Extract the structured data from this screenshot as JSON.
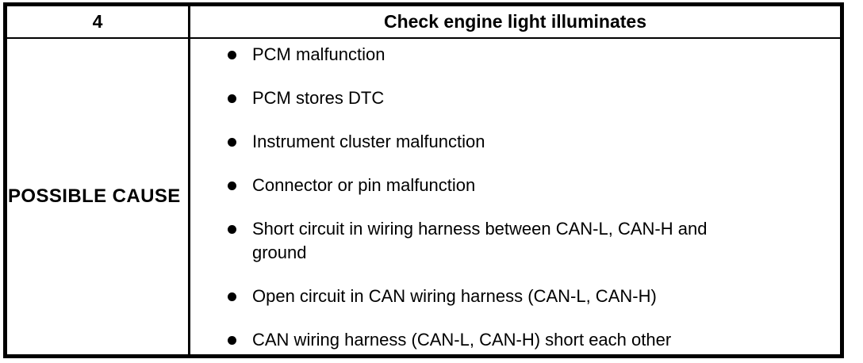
{
  "table": {
    "fault_number": "4",
    "fault_title": "Check engine light illuminates",
    "row_label": "POSSIBLE CAUSE",
    "causes": [
      "PCM malfunction",
      "PCM stores DTC",
      "Instrument cluster malfunction",
      "Connector or pin malfunction",
      "Short circuit in wiring harness between CAN-L, CAN-H and\nground",
      "Open circuit in CAN wiring harness (CAN-L, CAN-H)",
      "CAN wiring harness (CAN-L, CAN-H) short each other"
    ],
    "colors": {
      "border": "#000000",
      "text": "#000000",
      "background": "#ffffff"
    }
  }
}
